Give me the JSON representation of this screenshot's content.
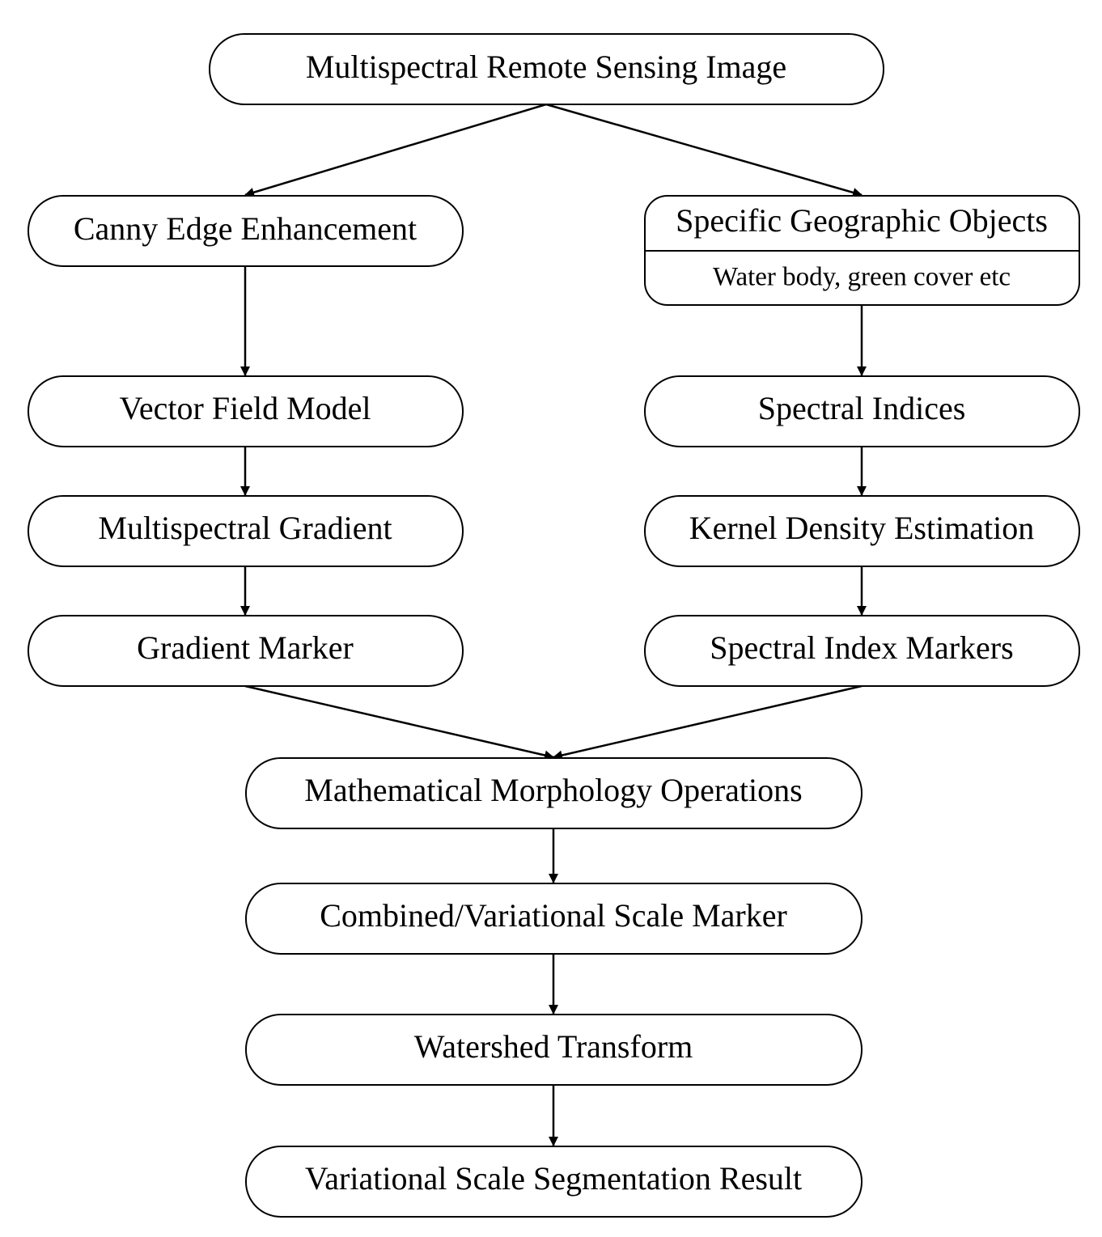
{
  "nodes": {
    "input": "Multispectral Remote Sensing Image",
    "canny": "Canny Edge Enhancement",
    "vector_field": "Vector Field Model",
    "ms_gradient": "Multispectral Gradient",
    "gradient_marker": "Gradient Marker",
    "geo_objects": "Specific Geographic Objects",
    "geo_objects_sub": "Water body, green cover etc",
    "spectral_indices": "Spectral Indices",
    "kde": "Kernel Density Estimation",
    "spectral_markers": "Spectral Index Markers",
    "morphology": "Mathematical Morphology Operations",
    "combined_marker": "Combined/Variational Scale Marker",
    "watershed": "Watershed Transform",
    "result": "Variational Scale Segmentation Result"
  },
  "edges": [
    [
      "input",
      "canny"
    ],
    [
      "input",
      "geo_objects"
    ],
    [
      "canny",
      "vector_field"
    ],
    [
      "vector_field",
      "ms_gradient"
    ],
    [
      "ms_gradient",
      "gradient_marker"
    ],
    [
      "geo_objects",
      "spectral_indices"
    ],
    [
      "spectral_indices",
      "kde"
    ],
    [
      "kde",
      "spectral_markers"
    ],
    [
      "gradient_marker",
      "morphology"
    ],
    [
      "spectral_markers",
      "morphology"
    ],
    [
      "morphology",
      "combined_marker"
    ],
    [
      "combined_marker",
      "watershed"
    ],
    [
      "watershed",
      "result"
    ]
  ]
}
